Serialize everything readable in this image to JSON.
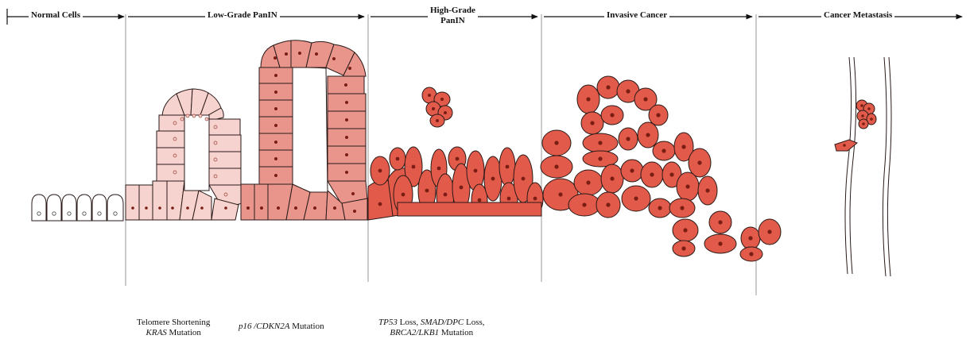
{
  "stages": [
    {
      "label": "Normal Cells"
    },
    {
      "label": "Low-Grade PanIN"
    },
    {
      "label": "High-Grade",
      "label2": "PanIN"
    },
    {
      "label": "Invasive Cancer"
    },
    {
      "label": "Cancer Metastasis"
    }
  ],
  "mutations": {
    "m1_line1": "Telomere Shortening",
    "m1_line2_gene": "KRAS",
    "m1_line2_rest": " Mutation",
    "m2_gene": "p16 /CDKN2A",
    "m2_rest": " Mutation",
    "m3_gene1": "TP53",
    "m3_text1": " Loss, ",
    "m3_gene2": "SMAD/DPC",
    "m3_text2": " Loss,",
    "m3_gene3": "BRCA2/LKB1",
    "m3_text3": " Mutation"
  },
  "colors": {
    "normal_fill": "#ffffff",
    "low_fill": "#f7d3cf",
    "mid_fill": "#e9958c",
    "cancer_fill": "#e25a4a",
    "nucleus": "#7a1e14",
    "outline": "#2a1a18",
    "divider": "#999999"
  }
}
